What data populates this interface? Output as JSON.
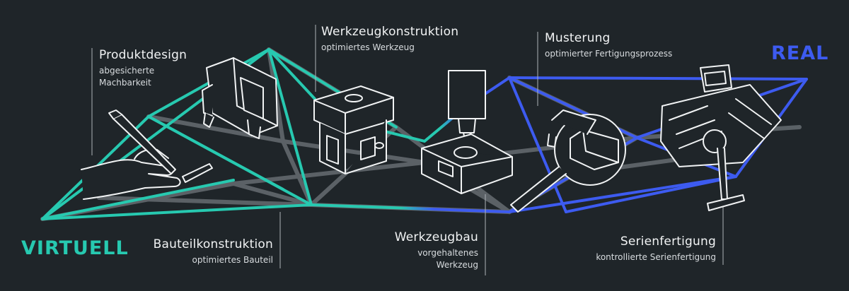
{
  "stages": {
    "produktdesign": {
      "title": "Produktdesign",
      "sub": [
        "abgesicherte",
        "Machbarkeit"
      ]
    },
    "werkzeugkonstruktion": {
      "title": "Werkzeugkonstruktion",
      "sub": [
        "optimiertes Werkzeug"
      ]
    },
    "musterung": {
      "title": "Musterung",
      "sub": [
        "optimierter Fertigungsprozess"
      ]
    },
    "bauteilkonstruktion": {
      "title": "Bauteilkonstruktion",
      "sub": [
        "optimiertes Bauteil"
      ]
    },
    "werkzeugbau": {
      "title": "Werkzeugbau",
      "sub": [
        "vorgehaltenes",
        "Werkzeug"
      ]
    },
    "serienfertigung": {
      "title": "Serienfertigung",
      "sub": [
        "kontrollierte Serienfertigung"
      ]
    }
  },
  "ends": {
    "virtual": "VIRTUELL",
    "real": "REAL"
  },
  "colors": {
    "background": "#1f2529",
    "virtual": "#27c9b0",
    "real": "#3d5bf0",
    "network": "#6f767b",
    "sketch": "#f1f3f4"
  }
}
